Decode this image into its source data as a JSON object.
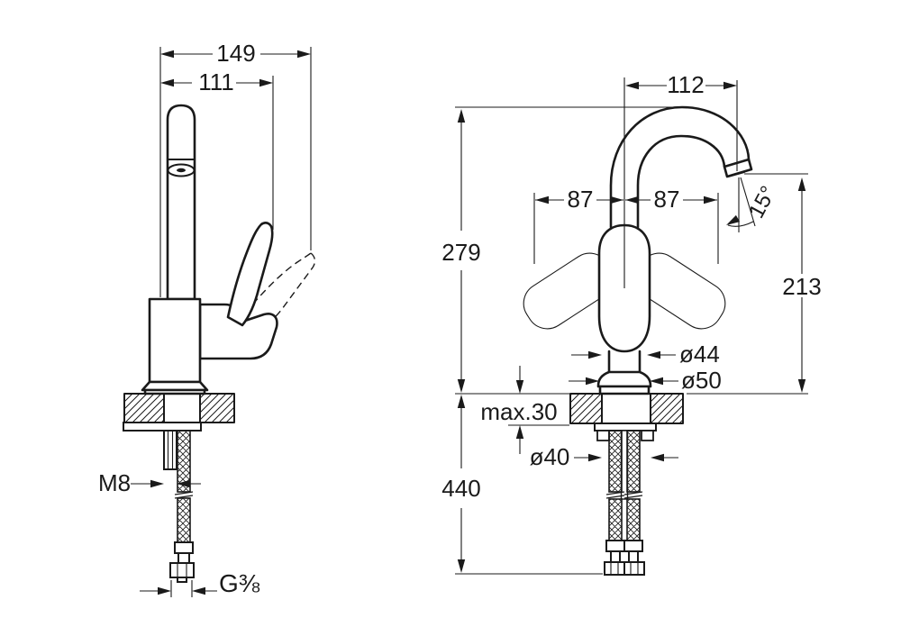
{
  "colors": {
    "line": "#1a1a1a",
    "background": "#ffffff"
  },
  "left_view": {
    "overall_width": "149",
    "handle_width": "111",
    "mounting_thread": "M8",
    "hose_connection": "G⅜"
  },
  "right_view": {
    "spout_reach": "112",
    "handle_swing_left": "87",
    "handle_swing_right": "87",
    "total_height": "279",
    "spout_height": "213",
    "spout_angle": "15°",
    "body_diameter": "ø44",
    "base_diameter": "ø50",
    "max_counter_thickness": "max.30",
    "hole_diameter": "ø40",
    "hose_length": "440"
  }
}
